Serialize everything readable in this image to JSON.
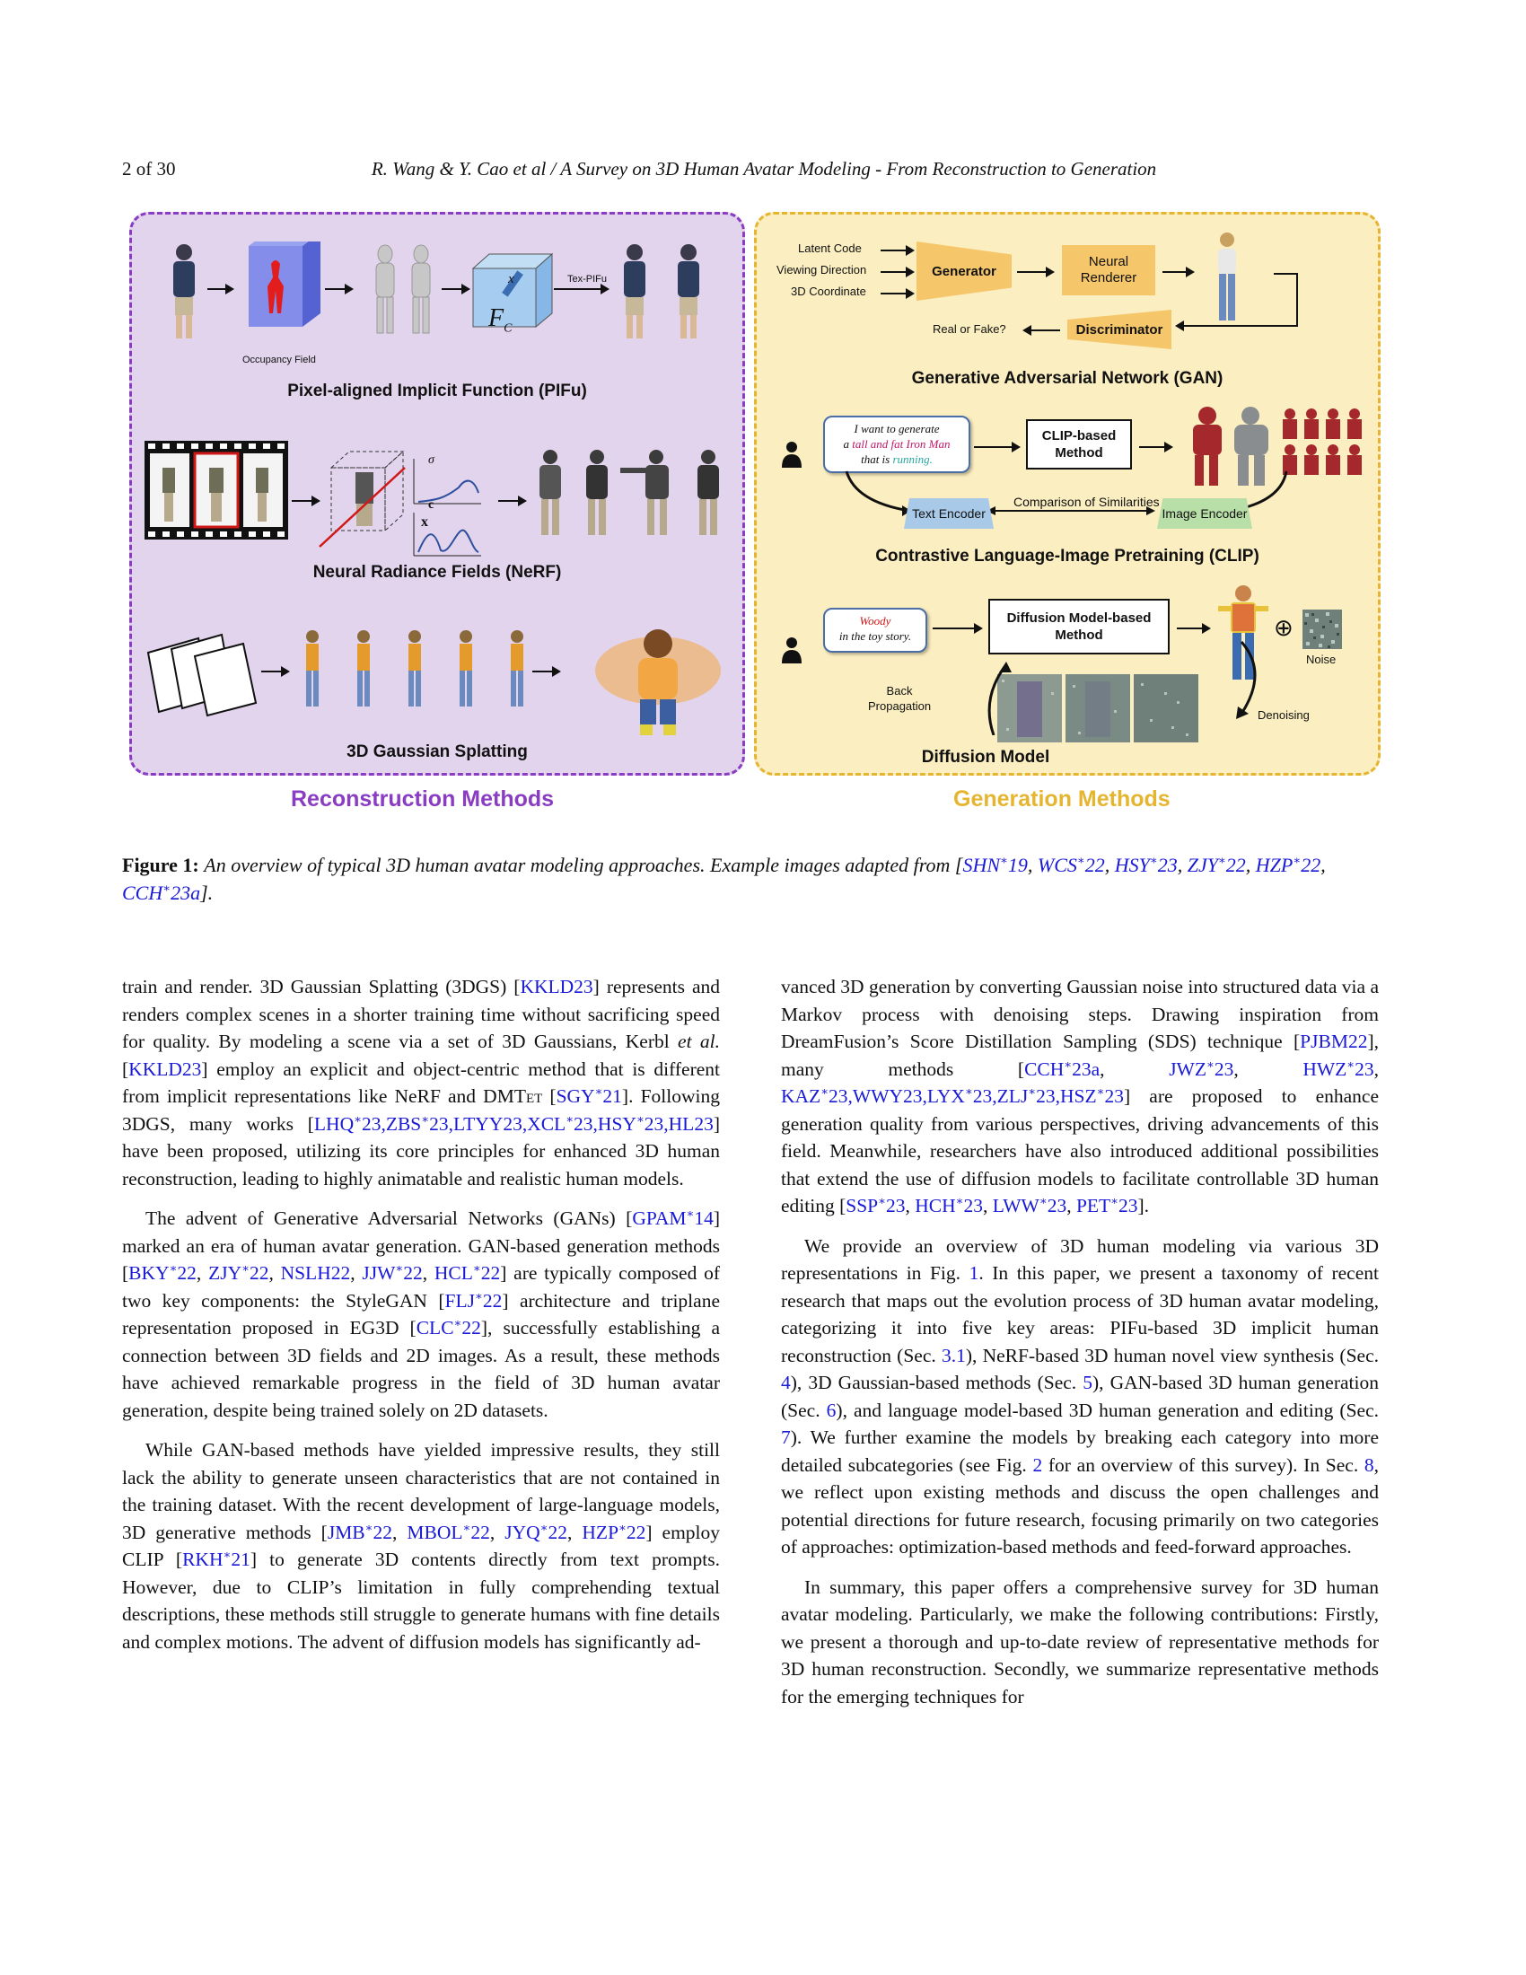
{
  "header": {
    "page_number": "2 of 30",
    "running_title": "R. Wang & Y. Cao et al / A Survey on 3D Human Avatar Modeling - From Reconstruction to Generation"
  },
  "figure": {
    "reconstruction": {
      "occupancy_label": "Occupancy Field",
      "fc_label": "F",
      "fc_sub": "C",
      "x_label": "x",
      "texpifu_label": "Tex-PIFu",
      "pifu_title": "Pixel-aligned Implicit Function (PIFu)",
      "nerf_sigma": "σ",
      "nerf_c": "c",
      "nerf_x": "x",
      "nerf_title": "Neural Radiance Fields (NeRF)",
      "gs_title": "3D Gaussian Splatting",
      "panel_label": "Reconstruction Methods"
    },
    "generation": {
      "latent_code": "Latent Code",
      "viewing_direction": "Viewing Direction",
      "coordinate": "3D Coordinate",
      "generator": "Generator",
      "neural_renderer": "Neural Renderer",
      "real_or_fake": "Real or Fake?",
      "discriminator": "Discriminator",
      "gan_title": "Generative Adversarial Network (GAN)",
      "clip_bubble_1": "I want to generate",
      "clip_bubble_2a": "a ",
      "clip_bubble_2b": "tall and fat Iron Man",
      "clip_bubble_3a": "that is ",
      "clip_bubble_3b": "running.",
      "clip_method": "CLIP-based Method",
      "text_encoder": "Text Encoder",
      "image_encoder": "Image Encoder",
      "comparison": "Comparison of Similarities",
      "clip_title": "Contrastive Language-Image Pretraining (CLIP)",
      "diff_bubble_1": "Woody",
      "diff_bubble_2": "in the toy story.",
      "diff_method": "Diffusion Model-based Method",
      "noise": "Noise",
      "oplus": "⊕",
      "back_prop": "Back Propagation",
      "denoising": "Denoising",
      "diff_title": "Diffusion Model",
      "panel_label": "Generation Methods"
    }
  },
  "caption": {
    "label": "Figure 1:",
    "text": "An overview of typical 3D human avatar modeling approaches. Example images adapted from [",
    "cites": [
      "SHN*19",
      "WCS*22",
      "HSY*23",
      "ZJY*22",
      "HZP*22",
      "CCH*23a"
    ],
    "end": "]."
  },
  "colors": {
    "recon_purple": "#8a3cc2",
    "gen_gold": "#e6b530",
    "link_blue": "#1a1ad6"
  }
}
